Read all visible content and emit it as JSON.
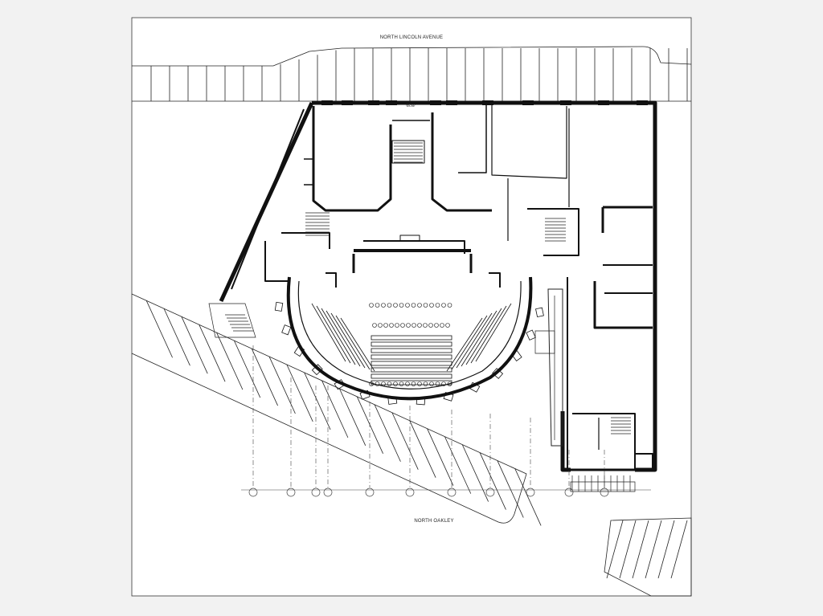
{
  "labels": {
    "street_north": "NORTH LINCOLN AVENUE",
    "street_south": "NORTH OAKLEY",
    "address": "4539"
  },
  "colors": {
    "background": "#f2f2f2",
    "sheet": "#ffffff",
    "line": "#1a1a1a",
    "wall": "#111111"
  }
}
